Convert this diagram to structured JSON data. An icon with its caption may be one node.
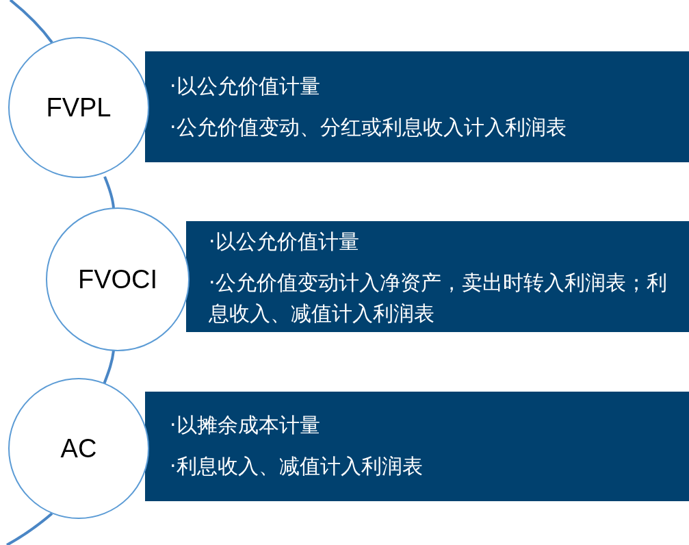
{
  "diagram": {
    "nodes": [
      {
        "text": [
          "FVPL"
        ]
      },
      {
        "text": [
          "·以公允价值计量",
          "·公允价值变动、分红或利息收入计入利润表"
        ]
      },
      {
        "text": [
          "FVOCI"
        ]
      },
      {
        "text": [
          "·以公允价值计量",
          "·公允价值变动计入净资产，卖出时转入利润表；利息收入、减值计入利润表"
        ]
      },
      {
        "text": [
          "AC"
        ]
      },
      {
        "text": [
          "·以摊余成本计量",
          "·利息收入、减值计入利润表"
        ]
      }
    ],
    "edges": [
      {
        "from": null,
        "to": 0,
        "arrow": "none"
      },
      {
        "from": 0,
        "to": 2,
        "arrow": "none"
      },
      {
        "from": 2,
        "to": 4,
        "arrow": "none"
      },
      {
        "from": 4,
        "to": null,
        "arrow": "none"
      }
    ]
  }
}
